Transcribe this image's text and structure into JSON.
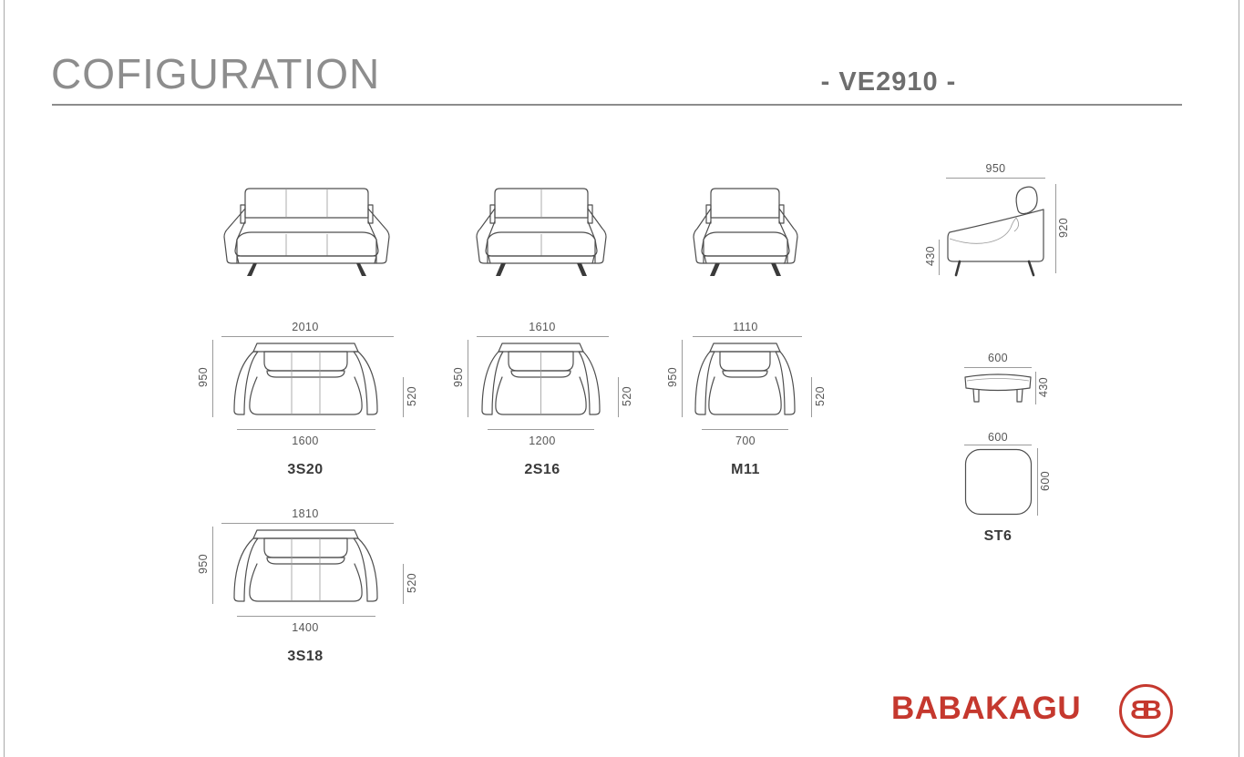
{
  "header": {
    "title": "COFIGURATION",
    "model_code": "- VE2910 -"
  },
  "side_view": {
    "width": "950",
    "back_height": "920",
    "seat_height": "430"
  },
  "modules": [
    {
      "code": "3S20",
      "dim_top": "2010",
      "dim_left": "950",
      "dim_right": "520",
      "dim_bottom": "1600"
    },
    {
      "code": "2S16",
      "dim_top": "1610",
      "dim_left": "950",
      "dim_right": "520",
      "dim_bottom": "1200"
    },
    {
      "code": "M11",
      "dim_top": "1110",
      "dim_left": "950",
      "dim_right": "520",
      "dim_bottom": "700"
    },
    {
      "code": "3S18",
      "dim_top": "1810",
      "dim_left": "950",
      "dim_right": "520",
      "dim_bottom": "1400"
    },
    {
      "code": "ST6",
      "side_width": "600",
      "side_height": "430",
      "top_width": "600",
      "top_depth": "600"
    }
  ],
  "brand": {
    "name": "BABAKAGU",
    "monogram_letter": "B",
    "accent_color": "#c5382e",
    "drawing_stroke_color": "#4f4f4f",
    "dimension_line_color": "#9b9b9b"
  }
}
